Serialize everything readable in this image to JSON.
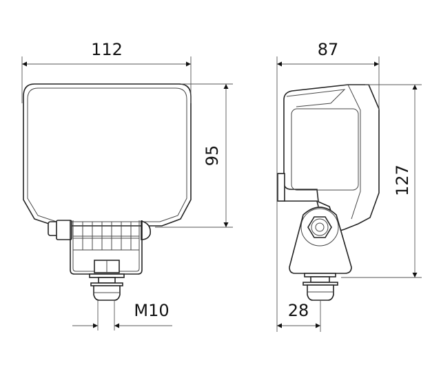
{
  "dimensions": {
    "front_width": "112",
    "front_height": "95",
    "side_depth": "87",
    "side_height": "127",
    "thread": "M10",
    "mount_offset": "28"
  },
  "colors": {
    "line": "#222222",
    "background": "#ffffff"
  }
}
